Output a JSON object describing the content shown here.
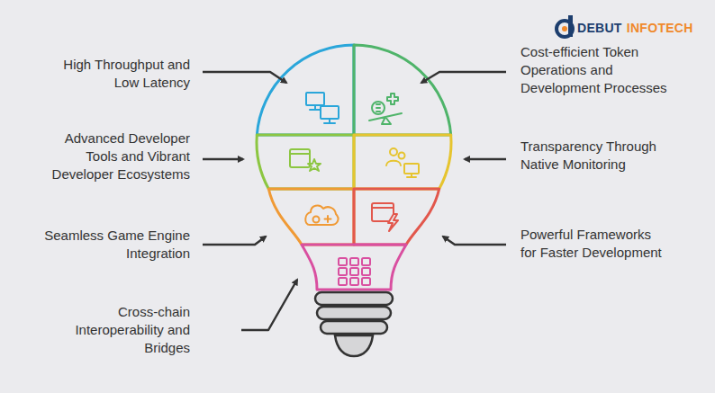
{
  "diagram": {
    "labels": [
      "DEBUT",
      "INFOTECH",
      "High Throughput and Low Latency",
      "Cost-efficient Token Operations and Development Processes",
      "Advanced Developer Tools and Vibrant Developer Ecosystems",
      "Transparency Through Native Monitoring",
      "Seamless Game Engine Integration",
      "Powerful Frameworks for Faster Development",
      "Cross-chain Interoperability and Bridges"
    ]
  }
}
